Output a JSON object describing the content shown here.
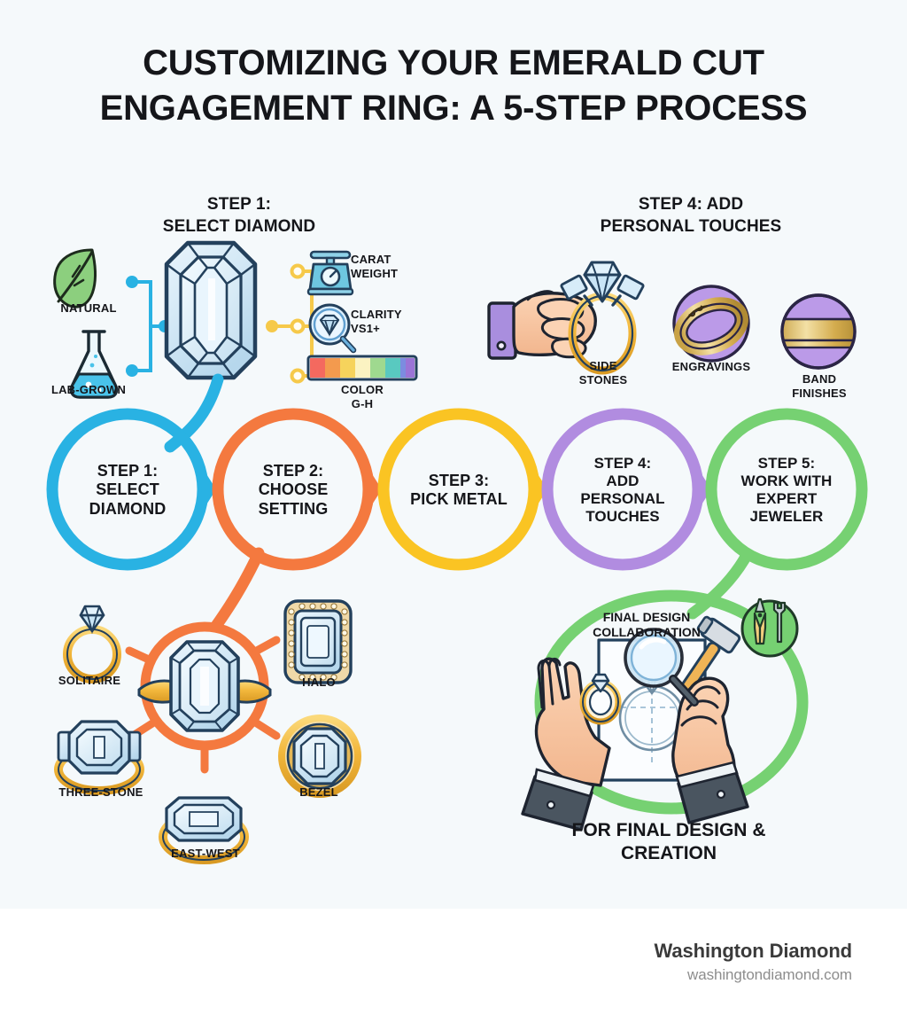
{
  "title": {
    "line1": "CUSTOMIZING YOUR EMERALD CUT",
    "line2": "ENGAGEMENT RING: A 5-STEP PROCESS"
  },
  "sections": {
    "step1_heading": {
      "line1": "STEP 1:",
      "line2": "SELECT DIAMOND"
    },
    "step4_heading": {
      "line1": "STEP 4: ADD",
      "line2": "PERSONAL TOUCHES"
    }
  },
  "diamond_sources": [
    {
      "label": "NATURAL",
      "icon": "leaf-icon"
    },
    {
      "label": "LAB-GROWN",
      "icon": "flask-icon"
    }
  ],
  "diamond_specs": [
    {
      "label_line1": "CARAT",
      "label_line2": "WEIGHT",
      "icon": "kitchen-scale-icon"
    },
    {
      "label_line1": "CLARITY",
      "label_line2": "VS1+",
      "icon": "magnifier-diamond-icon"
    },
    {
      "label_line1": "COLOR",
      "label_line2": "G-H",
      "icon": "color-gradient-bar-icon"
    }
  ],
  "process_steps": [
    {
      "id": "step-1",
      "color": "#29b2e3",
      "lines": [
        "STEP 1:",
        "SELECT",
        "DIAMOND"
      ],
      "font_size": 18
    },
    {
      "id": "step-2",
      "color": "#f4793f",
      "lines": [
        "STEP 2:",
        "CHOOSE",
        "SETTING"
      ],
      "font_size": 18
    },
    {
      "id": "step-3",
      "color": "#fac423",
      "lines": [
        "STEP 3:",
        "PICK METAL"
      ],
      "font_size": 18
    },
    {
      "id": "step-4",
      "color": "#b18ce0",
      "lines": [
        "STEP 4:",
        "ADD",
        "PERSONAL",
        "TOUCHES"
      ],
      "font_size": 17
    },
    {
      "id": "step-5",
      "color": "#76d172",
      "lines": [
        "STEP 5:",
        "WORK WITH",
        "EXPERT",
        "JEWELER"
      ],
      "font_size": 17
    }
  ],
  "setting_styles": [
    {
      "label": "SOLITAIRE",
      "icon": "solitaire-ring-icon"
    },
    {
      "label": "HALO",
      "icon": "halo-ring-icon"
    },
    {
      "label": "THREE-STONE",
      "icon": "three-stone-ring-icon"
    },
    {
      "label": "BEZEL",
      "icon": "bezel-ring-icon"
    },
    {
      "label": "EAST-WEST",
      "icon": "east-west-ring-icon"
    }
  ],
  "personal_touches": [
    {
      "label_line1": "SIDE",
      "label_line2": "STONES",
      "icon": "hand-holding-ring-icon"
    },
    {
      "label_line1": "ENGRAVINGS",
      "label_line2": "",
      "icon": "engraved-band-icon"
    },
    {
      "label_line1": "BAND",
      "label_line2": "FINISHES",
      "icon": "band-finish-icon"
    }
  ],
  "jeweler": {
    "inner_caption_line1": "FINAL DESIGN",
    "inner_caption_line2": "COLLABORATION",
    "bottom_caption_line1": "FOR FINAL DESIGN",
    "bottom_caption_line2": "& CREATION",
    "tools_icon": "pliers-wrench-icon",
    "hammer_icon": "hammer-icon",
    "magnifier_icon": "magnifier-icon",
    "blueprint_icon": "ring-blueprint-icon"
  },
  "footer": {
    "brand": "Washington Diamond",
    "url": "washingtondiamond.com"
  },
  "colors": {
    "background": "#f5f9fb",
    "footer_bg": "#ffffff",
    "text": "#15161a",
    "blue": "#29b2e3",
    "orange": "#f4793f",
    "yellow": "#fac423",
    "purple": "#b18ce0",
    "green": "#76d172",
    "gold": "#f0b93c",
    "diamond_fill": "#d9eaf6",
    "diamond_stroke": "#23405c",
    "skin": "#f7c3a0",
    "cuff_dark": "#4a5560"
  }
}
